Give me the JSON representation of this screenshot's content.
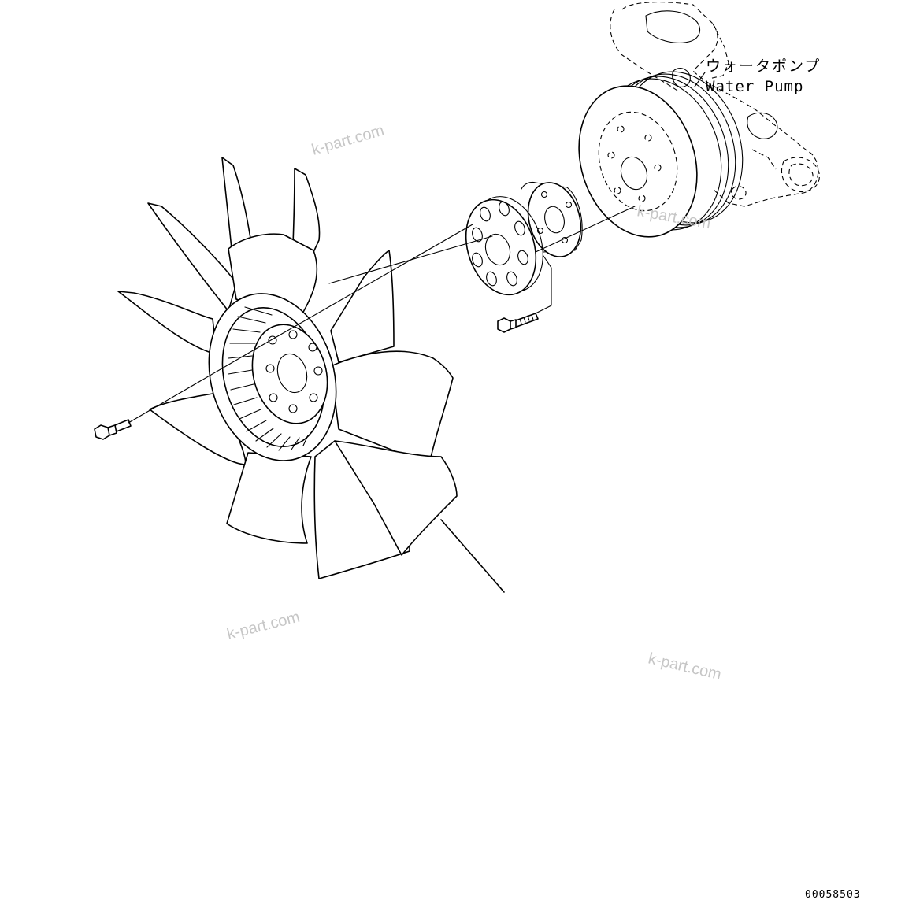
{
  "labels": {
    "water_pump_jp": "ウォータポンプ",
    "water_pump_en": "Water Pump"
  },
  "watermarks": [
    "k-part.com",
    "k-part.com",
    "k-part.com",
    "k-part.com"
  ],
  "document_number": "00058503"
}
